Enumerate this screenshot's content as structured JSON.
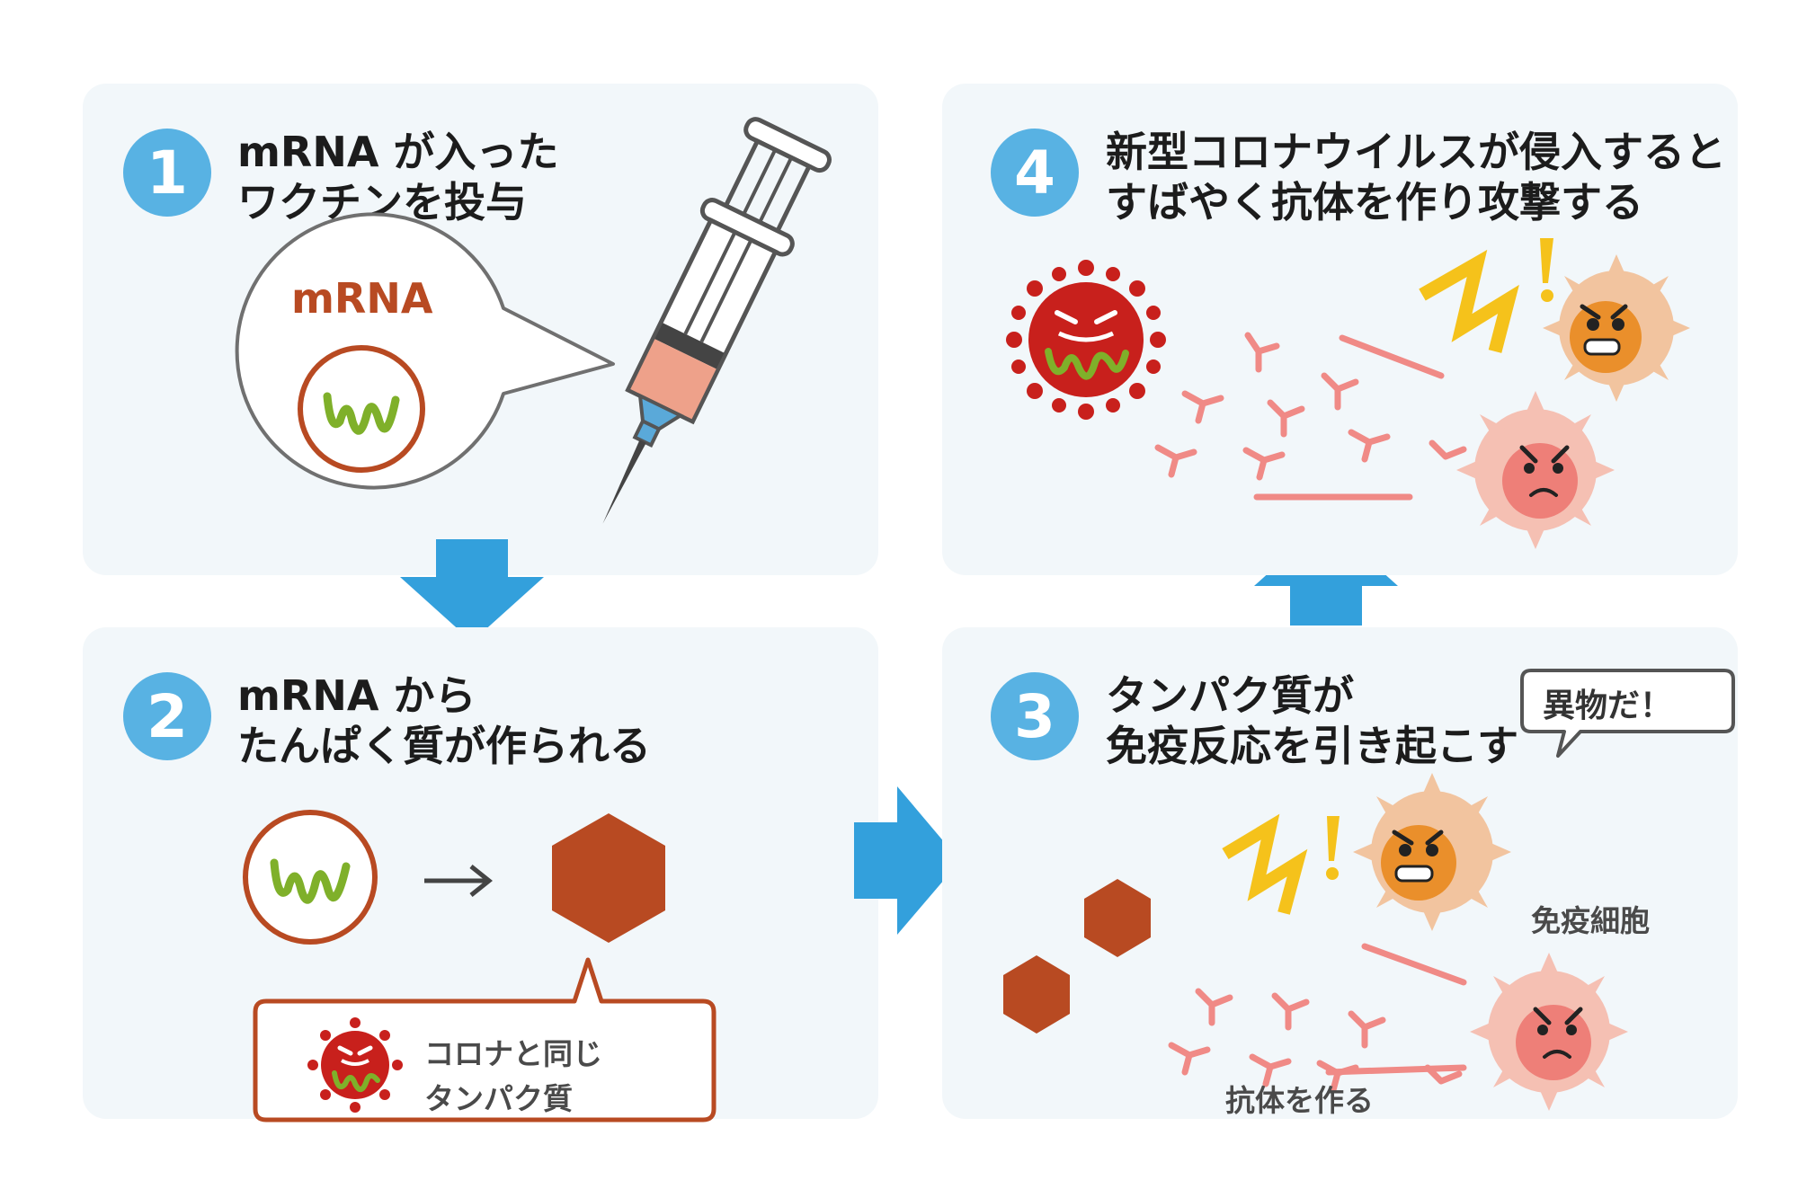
{
  "steps": [
    {
      "number": "1",
      "line1": "mRNA が入った",
      "line2": "ワクチンを投与"
    },
    {
      "number": "2",
      "line1": "mRNA から",
      "line2": "たんぱく質が作られる"
    },
    {
      "number": "3",
      "line1": "タンパク質が",
      "line2": "免疫反応を引き起こす"
    },
    {
      "number": "4",
      "line1": "新型コロナウイルスが侵入すると",
      "line2": "すばやく抗体を作り攻撃する"
    }
  ],
  "step1": {
    "mrna_label": "mRNA"
  },
  "step2": {
    "note_line1": "コロナと同じ",
    "note_line2": "タンパク質"
  },
  "step3": {
    "speech": "異物だ！",
    "immune_cell_label": "免疫細胞",
    "antibody_label": "抗体を作る"
  },
  "colors": {
    "panel_bg": "#f2f7fa",
    "number_circle": "#58b2e3",
    "flow_arrow": "#33a0dc",
    "protein": "#b84a22",
    "mrna_strand": "#7fb02a",
    "virus": "#c8201c",
    "antibody": "#f08a86",
    "alert": "#f5c21b"
  }
}
